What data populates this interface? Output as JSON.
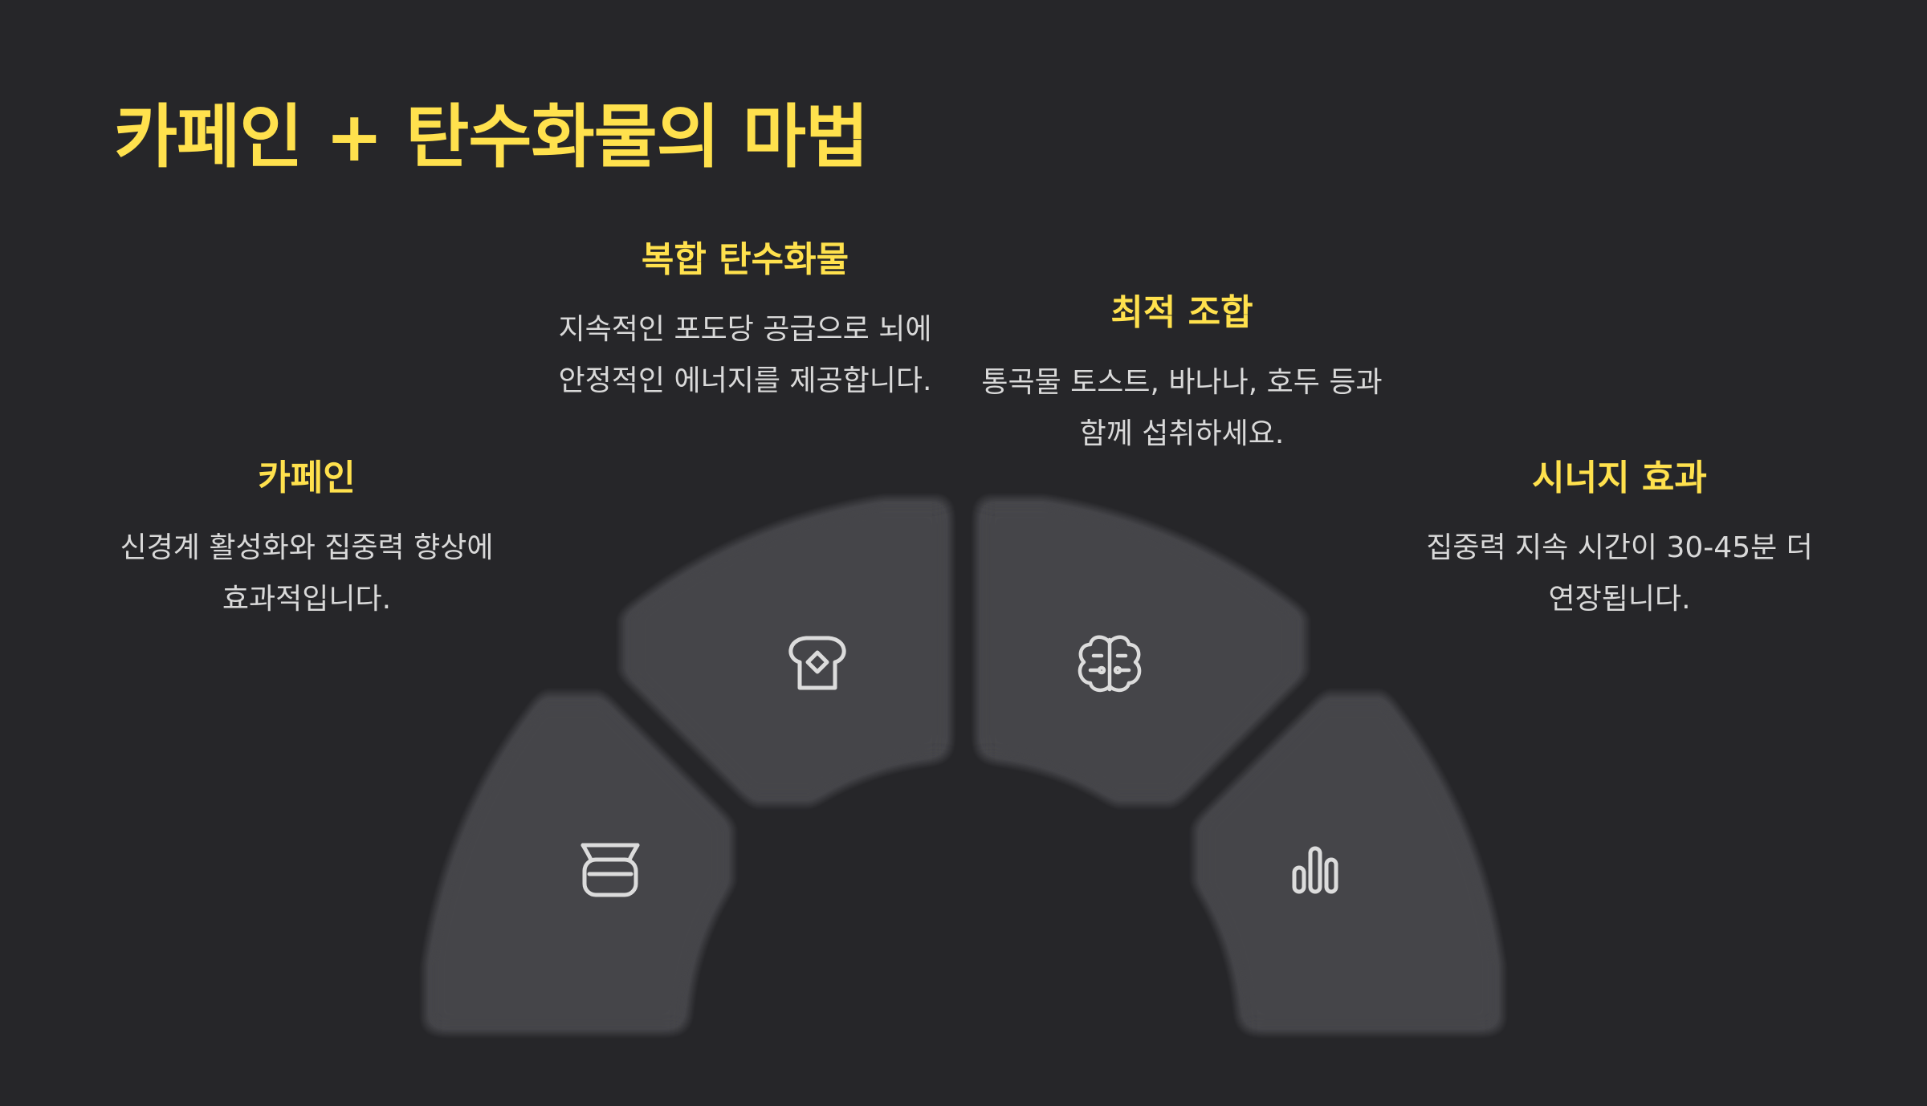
{
  "title": "카페인 + 탄수화물의 마법",
  "colors": {
    "background": "#262629",
    "accent": "#ffe14d",
    "segment": "#444448",
    "icon": "#dcdcdc",
    "text": "#d9d9d9"
  },
  "items": [
    {
      "title": "카페인",
      "desc": "신경계 활성화와 집중력 향상에 효과적입니다.",
      "icon": "coffee-pot-icon"
    },
    {
      "title": "복합 탄수화물",
      "desc": "지속적인 포도당 공급으로 뇌에 안정적인 에너지를 제공합니다.",
      "icon": "toast-icon"
    },
    {
      "title": "최적 조합",
      "desc": "통곡물 토스트, 바나나, 호두 등과 함께 섭취하세요.",
      "icon": "brain-icon"
    },
    {
      "title": "시너지 효과",
      "desc": "집중력 지속 시간이 30-45분 더 연장됩니다.",
      "icon": "bar-chart-icon"
    }
  ]
}
